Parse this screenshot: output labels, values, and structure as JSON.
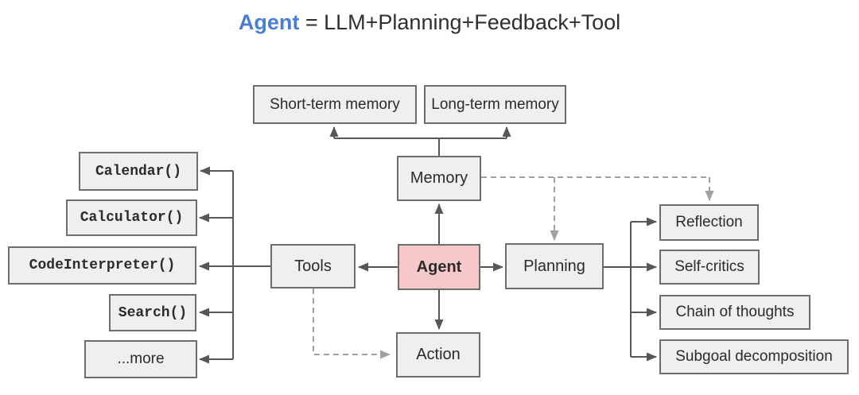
{
  "title": {
    "agent_word": "Agent",
    "formula": " = LLM+Planning+Feedback+Tool"
  },
  "nodes": {
    "short_term": {
      "label": "Short-term memory"
    },
    "long_term": {
      "label": "Long-term memory"
    },
    "memory": {
      "label": "Memory"
    },
    "tools": {
      "label": "Tools"
    },
    "agent": {
      "label": "Agent"
    },
    "planning": {
      "label": "Planning"
    },
    "action": {
      "label": "Action"
    },
    "calendar": {
      "label": "Calendar()"
    },
    "calculator": {
      "label": "Calculator()"
    },
    "code_interpreter": {
      "label": "CodeInterpreter()"
    },
    "search": {
      "label": "Search()"
    },
    "more": {
      "label": "...more"
    },
    "reflection": {
      "label": "Reflection"
    },
    "self_critics": {
      "label": "Self-critics"
    },
    "chain_of_thoughts": {
      "label": "Chain of thoughts"
    },
    "subgoal_decomposition": {
      "label": "Subgoal decomposition"
    }
  },
  "connections": [
    {
      "from": "memory",
      "to": "short_term",
      "style": "solid-arrow"
    },
    {
      "from": "memory",
      "to": "long_term",
      "style": "solid-arrow"
    },
    {
      "from": "agent",
      "to": "memory",
      "style": "solid-arrow"
    },
    {
      "from": "agent",
      "to": "tools",
      "style": "solid-arrow"
    },
    {
      "from": "agent",
      "to": "planning",
      "style": "solid-arrow"
    },
    {
      "from": "agent",
      "to": "action",
      "style": "solid-arrow"
    },
    {
      "from": "tools",
      "to": "calendar",
      "style": "solid-arrow"
    },
    {
      "from": "tools",
      "to": "calculator",
      "style": "solid-arrow"
    },
    {
      "from": "tools",
      "to": "code_interpreter",
      "style": "solid-arrow"
    },
    {
      "from": "tools",
      "to": "search",
      "style": "solid-arrow"
    },
    {
      "from": "tools",
      "to": "more",
      "style": "solid-arrow"
    },
    {
      "from": "planning",
      "to": "reflection",
      "style": "solid-arrow"
    },
    {
      "from": "planning",
      "to": "self_critics",
      "style": "solid-arrow"
    },
    {
      "from": "planning",
      "to": "chain_of_thoughts",
      "style": "solid-arrow"
    },
    {
      "from": "planning",
      "to": "subgoal_decomposition",
      "style": "solid-arrow"
    },
    {
      "from": "memory",
      "to": "planning",
      "style": "dashed-arrow"
    },
    {
      "from": "memory",
      "to": "reflection",
      "style": "dashed-arrow"
    },
    {
      "from": "tools",
      "to": "action",
      "style": "dashed-arrow"
    }
  ],
  "colors": {
    "title_accent_blue": "#4a7ed2",
    "title_text": "#2f2f2f",
    "box_fill": "#efefef",
    "agent_box_fill": "#f5c8ca",
    "box_border": "#6d6d6d",
    "solid_arrow": "#575757",
    "dashed_arrow": "#a0a0a0",
    "background": "#ffffff"
  }
}
